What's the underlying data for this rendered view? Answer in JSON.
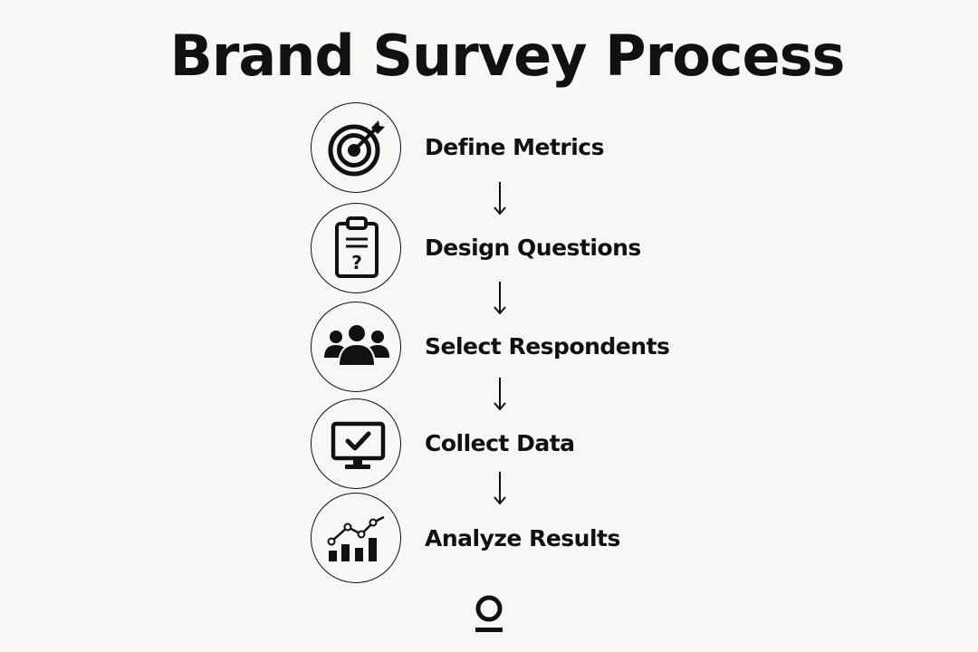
{
  "title": "Brand Survey Process",
  "steps": [
    {
      "label": "Define Metrics",
      "icon": "target-icon"
    },
    {
      "label": "Design Questions",
      "icon": "clipboard-question-icon"
    },
    {
      "label": "Select Respondents",
      "icon": "people-group-icon"
    },
    {
      "label": "Collect Data",
      "icon": "monitor-check-icon"
    },
    {
      "label": "Analyze Results",
      "icon": "bar-line-chart-icon"
    }
  ],
  "logo": "brand-logo-icon",
  "colors": {
    "background": "#f8f7f5",
    "ink": "#111111"
  }
}
